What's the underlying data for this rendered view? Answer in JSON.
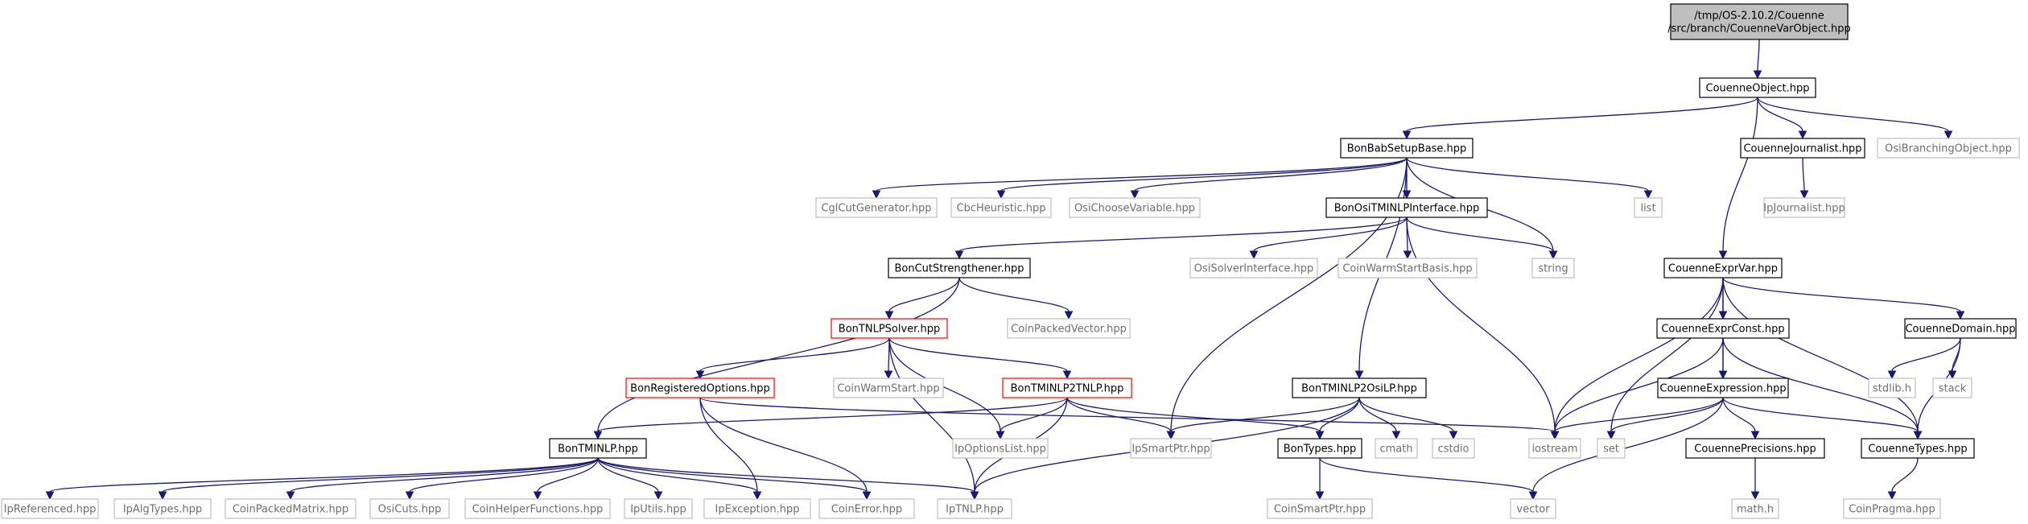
{
  "graph": {
    "colors": {
      "edge": "#191970",
      "normal_border": "#000000",
      "missing_border": "#bfbfbf",
      "missing_text": "#6e6e6e",
      "truncated_border": "#ff0000",
      "root_fill": "#bfbfbf"
    },
    "nodes": [
      {
        "id": "root",
        "lines": [
          "/tmp/OS-2.10.2/Couenne",
          "/src/branch/CouenneVarObject.hpp"
        ],
        "kind": "root"
      },
      {
        "id": "couenneObject",
        "lines": [
          "CouenneObject.hpp"
        ],
        "kind": "normal"
      },
      {
        "id": "bonBabSetupBase",
        "lines": [
          "BonBabSetupBase.hpp"
        ],
        "kind": "normal"
      },
      {
        "id": "couenneJournalist",
        "lines": [
          "CouenneJournalist.hpp"
        ],
        "kind": "normal"
      },
      {
        "id": "osiBranchingObject",
        "lines": [
          "OsiBranchingObject.hpp"
        ],
        "kind": "missing"
      },
      {
        "id": "couenneExprVar",
        "lines": [
          "CouenneExprVar.hpp"
        ],
        "kind": "normal"
      },
      {
        "id": "cglCutGenerator",
        "lines": [
          "CglCutGenerator.hpp"
        ],
        "kind": "missing"
      },
      {
        "id": "cbcHeuristic",
        "lines": [
          "CbcHeuristic.hpp"
        ],
        "kind": "missing"
      },
      {
        "id": "osiChooseVariable",
        "lines": [
          "OsiChooseVariable.hpp"
        ],
        "kind": "missing"
      },
      {
        "id": "bonOsiTMINLPInterface",
        "lines": [
          "BonOsiTMINLPInterface.hpp"
        ],
        "kind": "normal"
      },
      {
        "id": "list",
        "lines": [
          "list"
        ],
        "kind": "missing"
      },
      {
        "id": "ipJournalist",
        "lines": [
          "IpJournalist.hpp"
        ],
        "kind": "missing"
      },
      {
        "id": "bonCutStrengthener",
        "lines": [
          "BonCutStrengthener.hpp"
        ],
        "kind": "normal"
      },
      {
        "id": "osiSolverInterface",
        "lines": [
          "OsiSolverInterface.hpp"
        ],
        "kind": "missing"
      },
      {
        "id": "coinWarmStartBasis",
        "lines": [
          "CoinWarmStartBasis.hpp"
        ],
        "kind": "missing"
      },
      {
        "id": "string",
        "lines": [
          "string"
        ],
        "kind": "missing"
      },
      {
        "id": "bonTNLPSolver",
        "lines": [
          "BonTNLPSolver.hpp"
        ],
        "kind": "truncated"
      },
      {
        "id": "coinPackedVector",
        "lines": [
          "CoinPackedVector.hpp"
        ],
        "kind": "missing"
      },
      {
        "id": "couenneExprConst",
        "lines": [
          "CouenneExprConst.hpp"
        ],
        "kind": "normal"
      },
      {
        "id": "couenneDomain",
        "lines": [
          "CouenneDomain.hpp"
        ],
        "kind": "normal"
      },
      {
        "id": "bonRegisteredOptions",
        "lines": [
          "BonRegisteredOptions.hpp"
        ],
        "kind": "truncated"
      },
      {
        "id": "coinWarmStart",
        "lines": [
          "CoinWarmStart.hpp"
        ],
        "kind": "missing"
      },
      {
        "id": "bonTMINLP2TNLP",
        "lines": [
          "BonTMINLP2TNLP.hpp"
        ],
        "kind": "truncated"
      },
      {
        "id": "bonTMINLP2OsiLP",
        "lines": [
          "BonTMINLP2OsiLP.hpp"
        ],
        "kind": "normal"
      },
      {
        "id": "couenneExpression",
        "lines": [
          "CouenneExpression.hpp"
        ],
        "kind": "normal"
      },
      {
        "id": "stdlib",
        "lines": [
          "stdlib.h"
        ],
        "kind": "missing"
      },
      {
        "id": "stack",
        "lines": [
          "stack"
        ],
        "kind": "missing"
      },
      {
        "id": "bonTMINLP",
        "lines": [
          "BonTMINLP.hpp"
        ],
        "kind": "normal"
      },
      {
        "id": "ipOptionsList",
        "lines": [
          "IpOptionsList.hpp"
        ],
        "kind": "missing"
      },
      {
        "id": "ipSmartPtr",
        "lines": [
          "IpSmartPtr.hpp"
        ],
        "kind": "missing"
      },
      {
        "id": "bonTypes",
        "lines": [
          "BonTypes.hpp"
        ],
        "kind": "normal"
      },
      {
        "id": "cmath",
        "lines": [
          "cmath"
        ],
        "kind": "missing"
      },
      {
        "id": "cstdio",
        "lines": [
          "cstdio"
        ],
        "kind": "missing"
      },
      {
        "id": "iostream",
        "lines": [
          "iostream"
        ],
        "kind": "missing"
      },
      {
        "id": "set",
        "lines": [
          "set"
        ],
        "kind": "missing"
      },
      {
        "id": "couennePrecisions",
        "lines": [
          "CouennePrecisions.hpp"
        ],
        "kind": "normal"
      },
      {
        "id": "couenneTypes",
        "lines": [
          "CouenneTypes.hpp"
        ],
        "kind": "normal"
      },
      {
        "id": "ipReferenced",
        "lines": [
          "IpReferenced.hpp"
        ],
        "kind": "missing"
      },
      {
        "id": "ipAlgTypes",
        "lines": [
          "IpAlgTypes.hpp"
        ],
        "kind": "missing"
      },
      {
        "id": "coinPackedMatrix",
        "lines": [
          "CoinPackedMatrix.hpp"
        ],
        "kind": "missing"
      },
      {
        "id": "osiCuts",
        "lines": [
          "OsiCuts.hpp"
        ],
        "kind": "missing"
      },
      {
        "id": "coinHelperFunctions",
        "lines": [
          "CoinHelperFunctions.hpp"
        ],
        "kind": "missing"
      },
      {
        "id": "ipUtils",
        "lines": [
          "IpUtils.hpp"
        ],
        "kind": "missing"
      },
      {
        "id": "ipException",
        "lines": [
          "IpException.hpp"
        ],
        "kind": "missing"
      },
      {
        "id": "coinError",
        "lines": [
          "CoinError.hpp"
        ],
        "kind": "missing"
      },
      {
        "id": "ipTNLP",
        "lines": [
          "IpTNLP.hpp"
        ],
        "kind": "missing"
      },
      {
        "id": "coinSmartPtr",
        "lines": [
          "CoinSmartPtr.hpp"
        ],
        "kind": "missing"
      },
      {
        "id": "vector",
        "lines": [
          "vector"
        ],
        "kind": "missing"
      },
      {
        "id": "mathH",
        "lines": [
          "math.h"
        ],
        "kind": "missing"
      },
      {
        "id": "coinPragma",
        "lines": [
          "CoinPragma.hpp"
        ],
        "kind": "missing"
      }
    ],
    "edges": [
      [
        "root",
        "couenneObject"
      ],
      [
        "couenneObject",
        "bonBabSetupBase"
      ],
      [
        "couenneObject",
        "couenneJournalist"
      ],
      [
        "couenneObject",
        "osiBranchingObject"
      ],
      [
        "couenneObject",
        "couenneExprVar"
      ],
      [
        "bonBabSetupBase",
        "cglCutGenerator"
      ],
      [
        "bonBabSetupBase",
        "cbcHeuristic"
      ],
      [
        "bonBabSetupBase",
        "osiChooseVariable"
      ],
      [
        "bonBabSetupBase",
        "bonOsiTMINLPInterface"
      ],
      [
        "bonBabSetupBase",
        "list"
      ],
      [
        "bonBabSetupBase",
        "string"
      ],
      [
        "bonBabSetupBase",
        "ipSmartPtr"
      ],
      [
        "bonBabSetupBase",
        "bonTMINLP2OsiLP"
      ],
      [
        "couenneJournalist",
        "ipJournalist"
      ],
      [
        "bonOsiTMINLPInterface",
        "bonCutStrengthener"
      ],
      [
        "bonOsiTMINLPInterface",
        "osiSolverInterface"
      ],
      [
        "bonOsiTMINLPInterface",
        "coinWarmStartBasis"
      ],
      [
        "bonOsiTMINLPInterface",
        "string"
      ],
      [
        "bonOsiTMINLPInterface",
        "iostream"
      ],
      [
        "bonCutStrengthener",
        "bonTNLPSolver"
      ],
      [
        "bonCutStrengthener",
        "coinPackedVector"
      ],
      [
        "bonCutStrengthener",
        "bonTMINLP"
      ],
      [
        "bonTNLPSolver",
        "bonRegisteredOptions"
      ],
      [
        "bonTNLPSolver",
        "coinWarmStart"
      ],
      [
        "bonTNLPSolver",
        "bonTMINLP2TNLP"
      ],
      [
        "bonTNLPSolver",
        "ipOptionsList"
      ],
      [
        "bonTNLPSolver",
        "ipTNLP"
      ],
      [
        "bonRegisteredOptions",
        "ipException"
      ],
      [
        "bonRegisteredOptions",
        "coinError"
      ],
      [
        "bonRegisteredOptions",
        "iostream"
      ],
      [
        "bonTMINLP2TNLP",
        "bonTMINLP"
      ],
      [
        "bonTMINLP2TNLP",
        "ipOptionsList"
      ],
      [
        "bonTMINLP2TNLP",
        "ipSmartPtr"
      ],
      [
        "bonTMINLP2TNLP",
        "ipTNLP"
      ],
      [
        "bonTMINLP2TNLP",
        "bonTypes"
      ],
      [
        "bonTMINLP2OsiLP",
        "ipSmartPtr"
      ],
      [
        "bonTMINLP2OsiLP",
        "bonTypes"
      ],
      [
        "bonTMINLP2OsiLP",
        "cmath"
      ],
      [
        "bonTMINLP2OsiLP",
        "cstdio"
      ],
      [
        "bonTMINLP2OsiLP",
        "ipTNLP"
      ],
      [
        "bonTMINLP",
        "ipReferenced"
      ],
      [
        "bonTMINLP",
        "ipAlgTypes"
      ],
      [
        "bonTMINLP",
        "coinPackedMatrix"
      ],
      [
        "bonTMINLP",
        "osiCuts"
      ],
      [
        "bonTMINLP",
        "coinHelperFunctions"
      ],
      [
        "bonTMINLP",
        "ipUtils"
      ],
      [
        "bonTMINLP",
        "ipException"
      ],
      [
        "bonTMINLP",
        "coinError"
      ],
      [
        "bonTMINLP",
        "ipTNLP"
      ],
      [
        "bonTypes",
        "coinSmartPtr"
      ],
      [
        "bonTypes",
        "vector"
      ],
      [
        "couenneExprVar",
        "couenneExprConst"
      ],
      [
        "couenneExprVar",
        "couenneDomain"
      ],
      [
        "couenneExprVar",
        "couenneExpression"
      ],
      [
        "couenneExprVar",
        "couenneTypes"
      ],
      [
        "couenneExprVar",
        "iostream"
      ],
      [
        "couenneExprVar",
        "set"
      ],
      [
        "couenneExprConst",
        "couenneExpression"
      ],
      [
        "couenneExprConst",
        "couenneTypes"
      ],
      [
        "couenneExprConst",
        "iostream"
      ],
      [
        "couenneExpression",
        "iostream"
      ],
      [
        "couenneExpression",
        "set"
      ],
      [
        "couenneExpression",
        "vector"
      ],
      [
        "couenneExpression",
        "couennePrecisions"
      ],
      [
        "couenneExpression",
        "couenneTypes"
      ],
      [
        "couennePrecisions",
        "mathH"
      ],
      [
        "couenneDomain",
        "stdlib"
      ],
      [
        "couenneDomain",
        "stack"
      ],
      [
        "couenneDomain",
        "couenneTypes"
      ],
      [
        "couenneTypes",
        "coinPragma"
      ]
    ]
  }
}
